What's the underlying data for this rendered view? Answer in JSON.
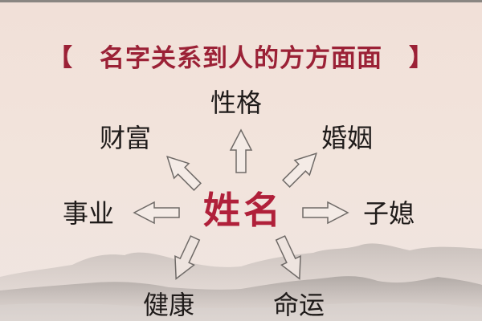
{
  "title": {
    "open_bracket": "【",
    "text": "名字关系到人的方方面面",
    "close_bracket": "】",
    "color": "#9b2136"
  },
  "center": {
    "label": "姓名",
    "color": "#b0203a"
  },
  "nodes": {
    "top": "性格",
    "top_left": "财富",
    "top_right": "婚姻",
    "left": "事业",
    "right": "子媳",
    "bottom_left": "健康",
    "bottom_right": "命运"
  },
  "background": {
    "color": "#f1e2da",
    "mountain_color": "#9a9592"
  }
}
